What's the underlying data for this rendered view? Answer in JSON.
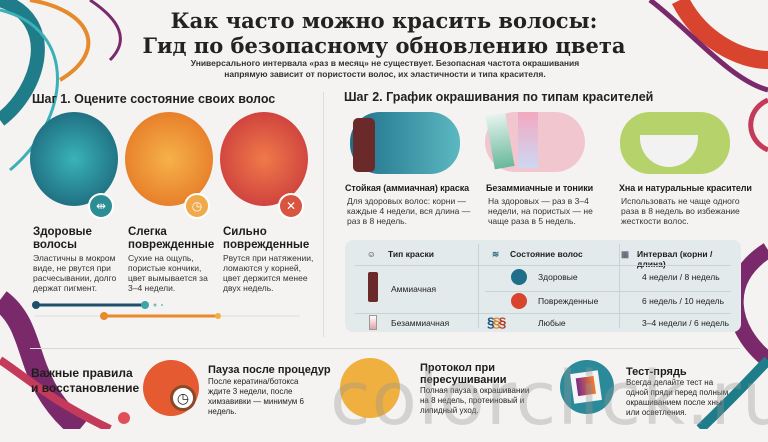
{
  "title": {
    "line1": "Как часто можно красить волосы:",
    "line2": "Гид по безопасному обновлению цвета",
    "subtitle": "Универсального интервала «раз в месяц» не существует. Безопасная частота окрашивания напрямую зависит от пористости волос, их эластичности и типа красителя."
  },
  "step1": {
    "heading": "Шаг 1. Оцените состояние своих волос",
    "items": [
      {
        "title": "Здоровые волосы",
        "desc": "Эластичны в мокром виде, не рвутся при расчесывании, долго держат пигмент.",
        "color": "#1f6f8b",
        "icon": "hair-strand-icon"
      },
      {
        "title": "Слегка поврежденные",
        "desc": "Сухие на ощупь, пористые кончики, цвет вымывается за 3–4 недели.",
        "color": "#e88a2a",
        "icon": "clock-icon"
      },
      {
        "title": "Сильно поврежденные",
        "desc": "Рвутся при натяжении, ломаются у корней, цвет держится менее двух недель.",
        "color": "#d9442f",
        "icon": "broken-hair-icon"
      }
    ]
  },
  "step2": {
    "heading": "Шаг 2. График окрашивания по типам красителей",
    "items": [
      {
        "title": "Стойкая (аммиачная) краска",
        "desc": "Для здоровых волос: корни — каждые 4 недели, вся длина — раз в 8 недель.",
        "icon": "dye-bottle-icon"
      },
      {
        "title": "Безаммиачные и тоники",
        "desc": "На здоровых — раз в 3–4 недели, на пористых — не чаще раза в 5 недель.",
        "icon": "tubes-flower-icon"
      },
      {
        "title": "Хна и натуральные красители",
        "desc": "Использовать не чаще одного раза в 8 недель во избежание жесткости волос.",
        "icon": "mortar-pestle-icon"
      }
    ]
  },
  "table": {
    "headers": [
      "Тип краски",
      "Состояние волос",
      "Интервал (корни / длина)"
    ],
    "rows": [
      {
        "type": "Аммиачная",
        "condition": "Здоровые",
        "interval": "4 недели / 8 недель"
      },
      {
        "type": "",
        "condition": "Поврежденные",
        "interval": "6 недель / 10 недель"
      },
      {
        "type": "Безаммиачная",
        "condition": "Любые",
        "interval": "3–4 недели / 6 недель"
      }
    ]
  },
  "rules": {
    "heading": "Важные правила и восстановление",
    "items": [
      {
        "title": "Пауза после процедур",
        "desc": "После кератина/ботокса ждите 3 недели, после химзавивки — минимум 6 недель.",
        "icon": "flat-iron-clock-icon"
      },
      {
        "title": "Протокол при пересушивании",
        "desc": "Полная пауза в окрашивании на 8 недель, протеиновый и липидный уход.",
        "icon": "dry-hair-cream-icon"
      },
      {
        "title": "Тест-прядь",
        "desc": "Всегда делайте тест на одной пряди перед полным окрашиванием после хны или осветления.",
        "icon": "brush-strand-icon"
      }
    ]
  },
  "watermark": "colorclick.ru"
}
